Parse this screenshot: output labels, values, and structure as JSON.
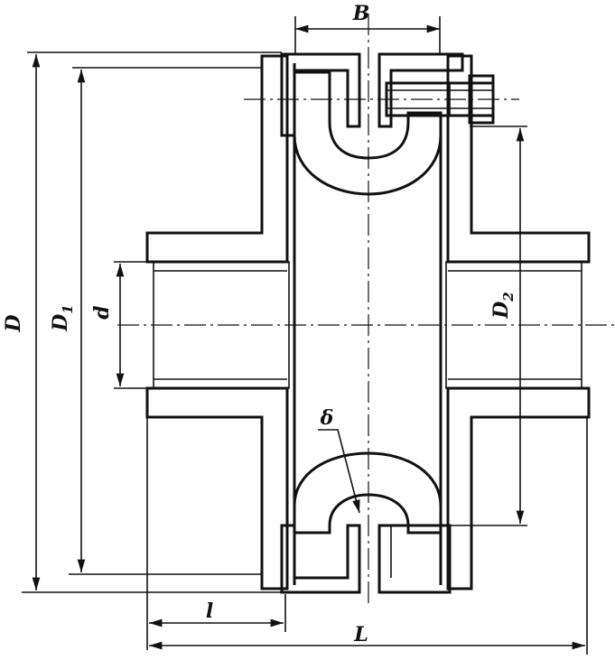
{
  "labels": {
    "B": "B",
    "D": "D",
    "D1": "D",
    "D1_sub": "1",
    "d": "d",
    "D2": "D",
    "D2_sub": "2",
    "delta": "δ",
    "l": "l",
    "L": "L"
  },
  "colors": {
    "ink": "#111111",
    "paper": "#ffffff"
  }
}
